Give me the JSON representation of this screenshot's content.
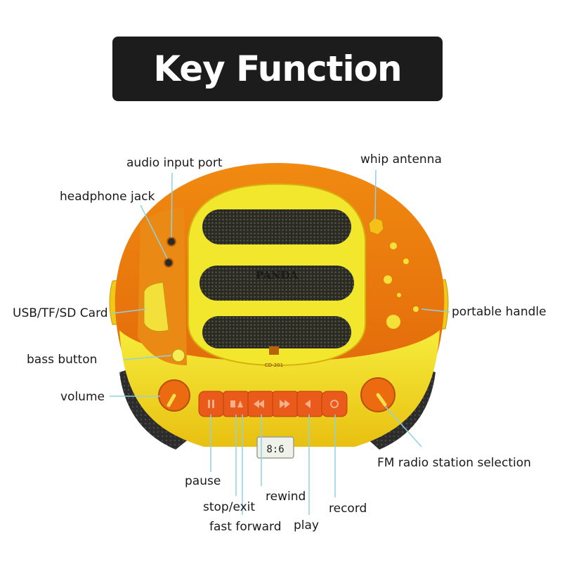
{
  "title": "Key Function",
  "brand": "PANDA",
  "model": "CD-201",
  "display_reading": "8:6",
  "labels": {
    "audio_input_port": "audio input port",
    "headphone_jack": "headphone jack",
    "usb_card": "USB/TF/SD Card",
    "bass_button": "bass button",
    "volume": "volume",
    "whip_antenna": "whip antenna",
    "portable_handle": "portable handle",
    "fm_selection": "FM radio station selection",
    "pause": "pause",
    "stop_exit": "stop/exit",
    "fast_forward": "fast forward",
    "rewind": "rewind",
    "play": "play",
    "record": "record"
  },
  "colors": {
    "title_bg": "#1c1c1c",
    "body_orange": "#ee7d12",
    "body_yellow": "#f3e21c",
    "leader_line": "#8fd0e6"
  }
}
